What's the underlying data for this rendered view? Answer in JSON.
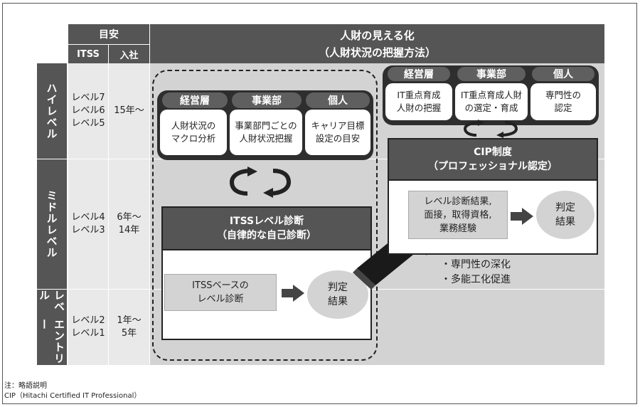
{
  "header": {
    "meyasu": "目安",
    "itss": "ITSS",
    "nyusha": "入社",
    "title_line1": "人財の見える化",
    "title_line2": "（人財状況の把握方法）"
  },
  "rows": [
    {
      "label": "ハイレベル",
      "levels": [
        "レベル7",
        "レベル6",
        "レベル5"
      ],
      "years": [
        "15年～"
      ]
    },
    {
      "label": "ミドルレベル",
      "levels": [
        "レベル4",
        "レベル3"
      ],
      "years": [
        "6年～",
        "14年"
      ]
    },
    {
      "label_lines": [
        "エントリー",
        "レベル"
      ],
      "levels": [
        "レベル2",
        "レベル1"
      ],
      "years": [
        "1年～",
        "5年"
      ]
    }
  ],
  "left_group": {
    "pills": [
      "経営層",
      "事業部",
      "個人"
    ],
    "boxes": [
      [
        "人財状況の",
        "マクロ分析"
      ],
      [
        "事業部門ごとの",
        "人財状況把握"
      ],
      [
        "キャリア目標",
        "設定の目安"
      ]
    ],
    "itss_title": [
      "ITSSレベル診断",
      "（自律的な自己診断）"
    ],
    "itss_box": [
      "ITSSベースの",
      "レベル診断"
    ],
    "itss_result": [
      "判定",
      "結果"
    ]
  },
  "right_group": {
    "pills": [
      "経営層",
      "事業部",
      "個人"
    ],
    "boxes": [
      [
        "IT重点育成",
        "人財の把握"
      ],
      [
        "IT重点育成人財",
        "の選定・育成"
      ],
      [
        "専門性の",
        "認定"
      ]
    ],
    "cip_title": [
      "CIP制度",
      "（プロフェッショナル認定）"
    ],
    "cip_box": [
      "レベル診断結果,",
      "面接，取得資格,",
      "業務経験"
    ],
    "cip_result": [
      "判定",
      "結果"
    ],
    "bullets": [
      "・専門性の深化",
      "・多能工化促進"
    ]
  },
  "notes": [
    "注：略語説明",
    "CIP（Hitachi Certified IT Professional）"
  ]
}
